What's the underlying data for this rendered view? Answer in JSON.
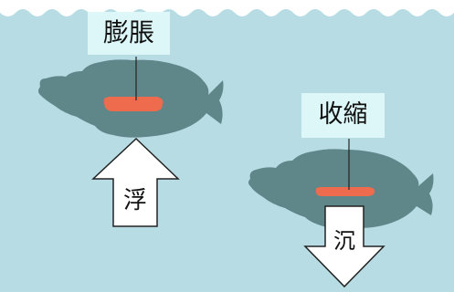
{
  "labels": {
    "expand": "膨脹",
    "contract": "收縮",
    "float": "浮",
    "sink": "沉"
  },
  "colors": {
    "water": "#b7dce3",
    "wave_surface": "#ffffff",
    "fish_body": "#5f8689",
    "swim_bladder": "#ef6b4d",
    "label_box": "#ddf7f8",
    "arrow_fill": "#ffffff",
    "arrow_stroke": "#222222"
  },
  "icons": {
    "fish_left": "fish-silhouette-icon",
    "fish_right": "fish-silhouette-icon",
    "up_arrow": "up-arrow-icon",
    "down_arrow": "down-arrow-icon"
  }
}
